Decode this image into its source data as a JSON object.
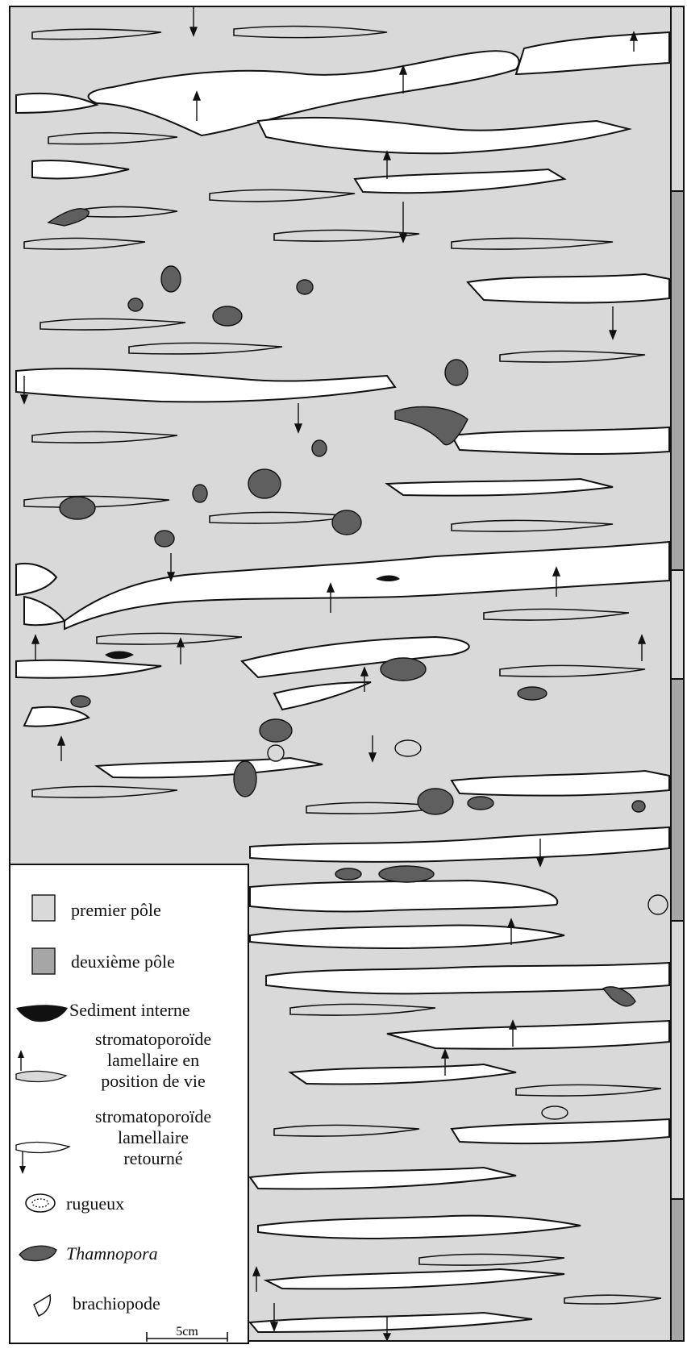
{
  "legend": {
    "items": [
      {
        "id": "premier",
        "label": "premier pôle"
      },
      {
        "id": "deuxieme",
        "label": "deuxième pôle"
      },
      {
        "id": "sediment",
        "label": "Sediment interne"
      },
      {
        "id": "vie",
        "lines": [
          "stromatoporoïde",
          "lamellaire en",
          "position de vie"
        ]
      },
      {
        "id": "retourne",
        "lines": [
          "stromatoporoïde",
          "lamellaire",
          "retourné"
        ]
      },
      {
        "id": "rugueux",
        "label": "rugueux"
      },
      {
        "id": "thamnopora",
        "label": "Thamnopora"
      },
      {
        "id": "brachiopode",
        "label": "brachiopode"
      }
    ],
    "scale_label": "5cm"
  },
  "colors": {
    "matrix_light": "#d9d9d9",
    "pole_dark": "#a6a6a6",
    "fossil_dark": "#5f5f5f",
    "outline": "#111111",
    "cavity": "#ffffff"
  }
}
